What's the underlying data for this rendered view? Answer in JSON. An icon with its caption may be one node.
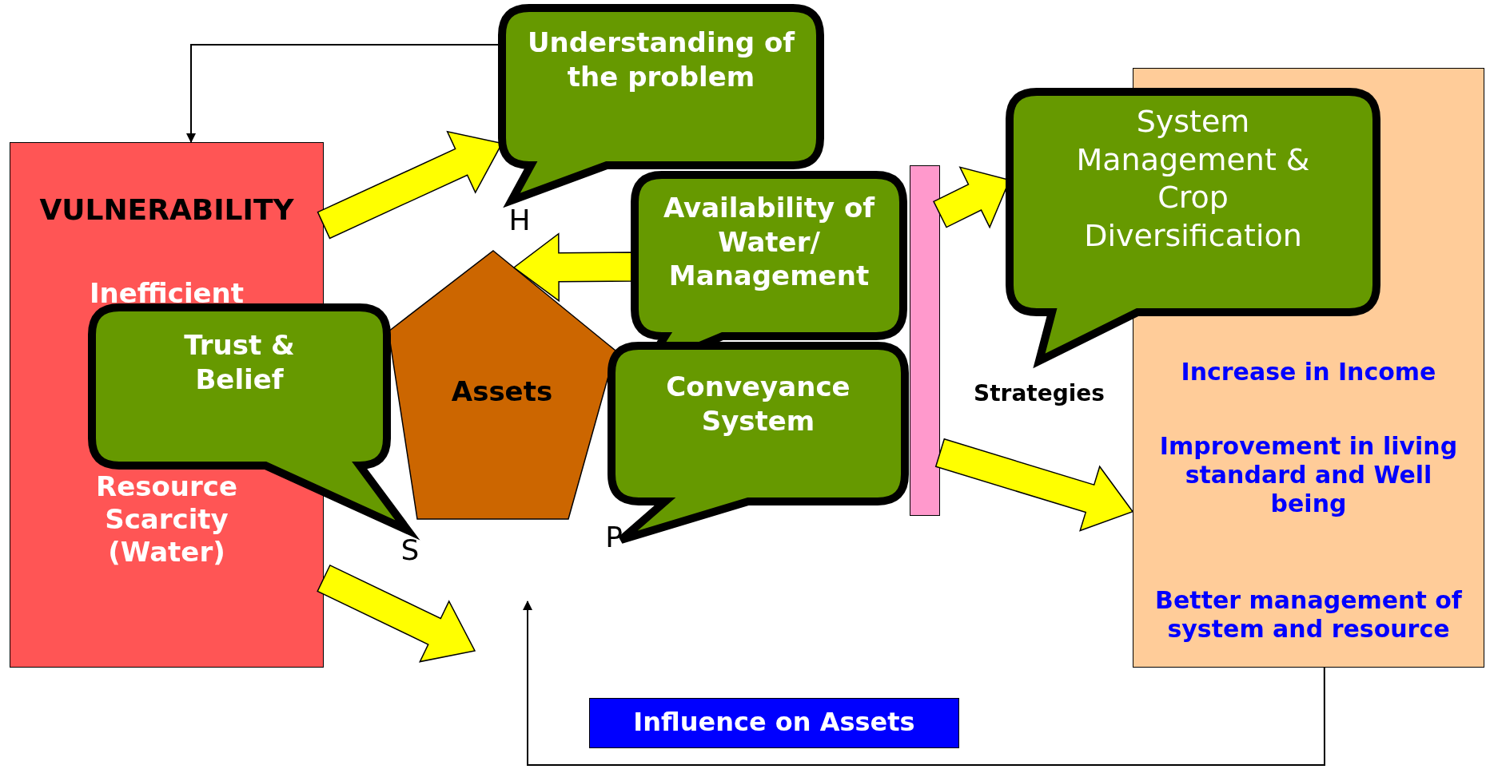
{
  "diagram": {
    "nodes": [
      {
        "text": [
          "VULNERABILITY",
          "Inefficient",
          "Resource Scarcity (Water)"
        ]
      },
      {
        "text": [
          "Assets"
        ]
      },
      {
        "text": [],
        "shape": "box"
      },
      {
        "text": [
          "Increase in Income",
          "Improvement in living standard and Well being",
          "Better management of system and resource"
        ]
      },
      {
        "text": [
          "Influence on Assets"
        ]
      },
      {
        "text": [
          "Understanding of the problem"
        ]
      },
      {
        "text": [
          "Availability of Water/ Management"
        ]
      },
      {
        "text": [
          "Conveyance System"
        ]
      },
      {
        "text": [
          "Trust & Belief"
        ]
      },
      {
        "text": [
          "System Management & Crop Diversification"
        ]
      }
    ],
    "edges": [
      {
        "from": 5,
        "to": 0,
        "arrow": "to"
      },
      {
        "from": 0,
        "to": 5,
        "arrow": "to",
        "style": "thick",
        "color": "#ffff00"
      },
      {
        "from": 0,
        "to": null,
        "arrow": "to",
        "style": "thick",
        "color": "#ffff00"
      },
      {
        "from": 6,
        "to": 1,
        "arrow": "to",
        "style": "thick",
        "color": "#ffff00"
      },
      {
        "from": 2,
        "to": 9,
        "arrow": "to",
        "style": "thick",
        "color": "#ffff00"
      },
      {
        "from": 2,
        "to": 3,
        "arrow": "to",
        "style": "thick",
        "color": "#ffff00"
      },
      {
        "from": 3,
        "to": null,
        "arrow": "to"
      }
    ],
    "labels": [
      "H",
      "S",
      "P",
      "Strategies"
    ]
  }
}
